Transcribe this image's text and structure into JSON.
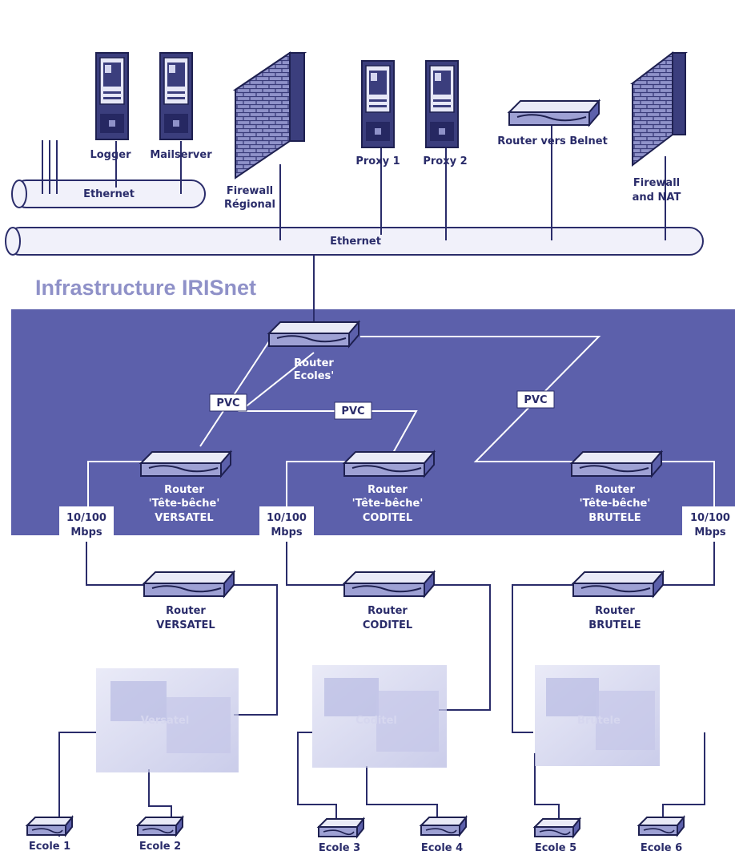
{
  "title": "Infrastructure IRISnet",
  "servers": {
    "logger": "Logger",
    "mailserver": "Mailserver",
    "proxy1": "Proxy 1",
    "proxy2": "Proxy 2"
  },
  "firewalls": {
    "regional_line1": "Firewall",
    "regional_line2": "Régional",
    "nat_line1": "Firewall",
    "nat_line2": "and NAT"
  },
  "router_belnet": "Router vers Belnet",
  "ethernet_label": "Ethernet",
  "router_ecoles": {
    "line1": "Router",
    "line2": "Ecoles'"
  },
  "pvc_label": "PVC",
  "speed": {
    "line1": "10/100",
    "line2": "Mbps"
  },
  "tete_beche": {
    "line1": "Router",
    "line2": "'Tête-bêche'"
  },
  "providers": {
    "versatel": "VERSATEL",
    "coditel": "CODITEL",
    "brutele": "BRUTELE"
  },
  "clouds": {
    "versatel": "Versatel",
    "coditel": "Coditel",
    "brutele": "Brutele"
  },
  "router_word": "Router",
  "schools": [
    "Ecole 1",
    "Ecole 2",
    "Ecole 3",
    "Ecole 4",
    "Ecole 5",
    "Ecole 6"
  ],
  "colors": {
    "band": "#5c60ab",
    "ink": "#2a2c6a",
    "title": "#8f91c8",
    "cloud": "#c9cbec"
  }
}
